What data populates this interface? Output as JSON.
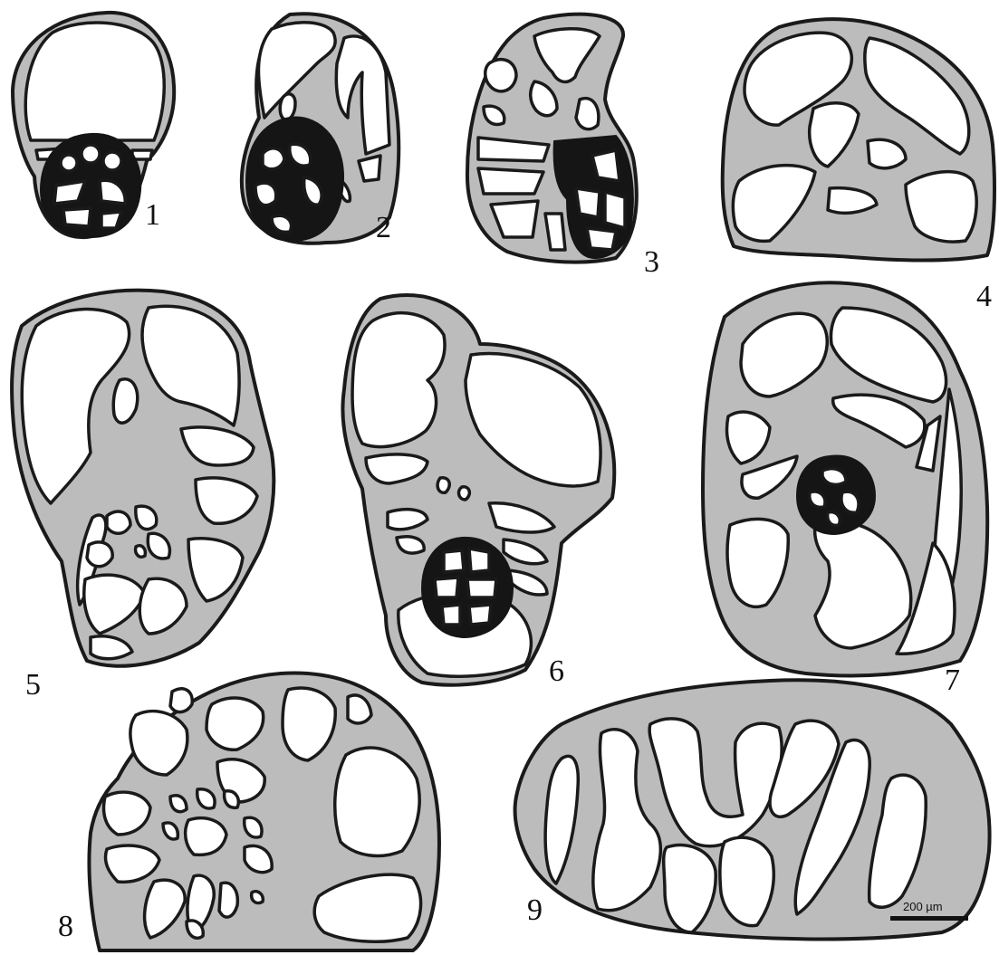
{
  "plate": {
    "figures": [
      {
        "id": "fig-1",
        "label": "1"
      },
      {
        "id": "fig-2",
        "label": "2"
      },
      {
        "id": "fig-3",
        "label": "3"
      },
      {
        "id": "fig-4",
        "label": "4"
      },
      {
        "id": "fig-5",
        "label": "5"
      },
      {
        "id": "fig-6",
        "label": "6"
      },
      {
        "id": "fig-7",
        "label": "7"
      },
      {
        "id": "fig-8",
        "label": "8"
      },
      {
        "id": "fig-9",
        "label": "9"
      }
    ],
    "scale_bar": {
      "label": "200 µm"
    },
    "colors": {
      "wall": "#bcbcbc",
      "outline": "#1a1a1a",
      "chamber": "#ffffff",
      "proloculus": "#151515"
    }
  }
}
